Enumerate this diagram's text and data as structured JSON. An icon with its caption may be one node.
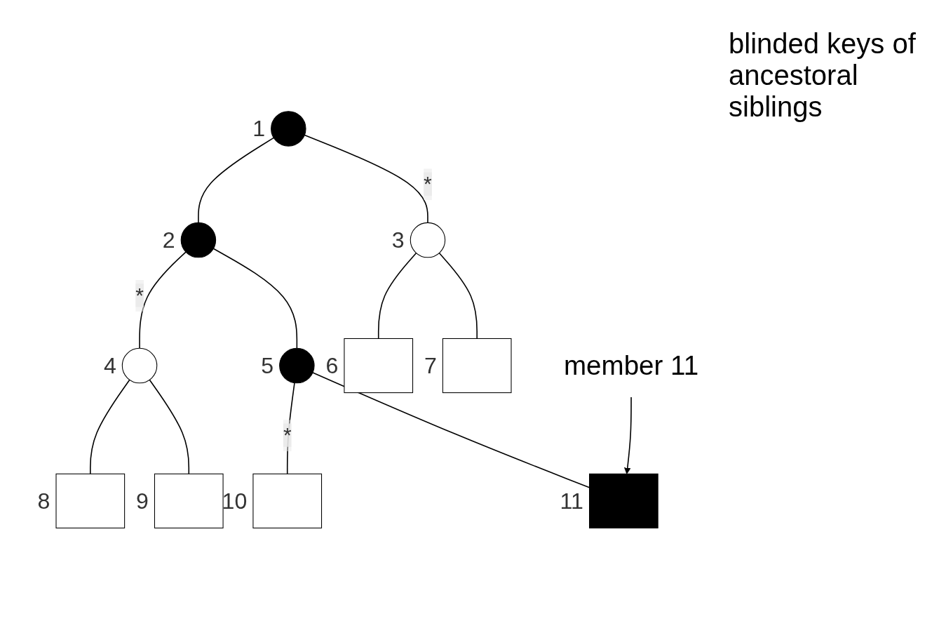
{
  "diagram": {
    "nodes": [
      {
        "text": [],
        "shape": "circle",
        "beside": [
          "1"
        ]
      },
      {
        "text": [],
        "shape": "circle",
        "beside": [
          "2"
        ]
      },
      {
        "text": [],
        "shape": "circle",
        "beside": [
          "3"
        ]
      },
      {
        "text": [],
        "shape": "circle",
        "beside": [
          "4"
        ]
      },
      {
        "text": [],
        "shape": "circle",
        "beside": [
          "5"
        ]
      },
      {
        "text": [],
        "shape": "box",
        "beside": [
          "6"
        ]
      },
      {
        "text": [],
        "shape": "box",
        "beside": [
          "7"
        ]
      },
      {
        "text": [],
        "shape": "box",
        "beside": [
          "8"
        ]
      },
      {
        "text": [],
        "shape": "box",
        "beside": [
          "9"
        ]
      },
      {
        "text": [],
        "shape": "box",
        "beside": [
          "10"
        ]
      },
      {
        "text": [],
        "shape": "box",
        "beside": [
          "11"
        ]
      },
      {
        "text": [
          "member 11"
        ]
      }
    ],
    "edges": [
      {
        "from": 0,
        "to": 1,
        "arrow": "none"
      },
      {
        "from": 0,
        "to": 2,
        "arrow": "none",
        "label": "*"
      },
      {
        "from": 1,
        "to": 3,
        "arrow": "none",
        "label": "*"
      },
      {
        "from": 1,
        "to": 4,
        "arrow": "none"
      },
      {
        "from": 2,
        "to": 5,
        "arrow": "none"
      },
      {
        "from": 2,
        "to": 6,
        "arrow": "none"
      },
      {
        "from": 3,
        "to": 7,
        "arrow": "none"
      },
      {
        "from": 3,
        "to": 8,
        "arrow": "none"
      },
      {
        "from": 4,
        "to": 9,
        "arrow": "none",
        "label": "*"
      },
      {
        "from": 4,
        "to": 10,
        "arrow": "none"
      },
      {
        "from": 11,
        "to": 10,
        "arrow": "to"
      }
    ],
    "labels": [
      "blinded keys of ancestoral siblings"
    ]
  }
}
